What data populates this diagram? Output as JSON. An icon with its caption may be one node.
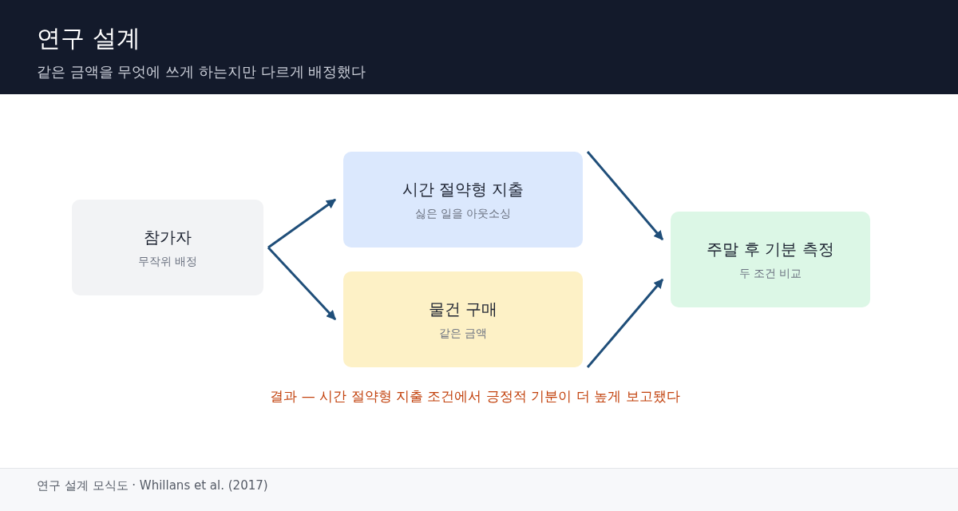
{
  "diagram": {
    "title": "연구 설계",
    "nodes": [
      {
        "text": [
          "참가자",
          "무작위 배정"
        ]
      },
      {
        "text": [
          "시간 절약형 지출",
          "싫은 일을 아웃소싱"
        ]
      },
      {
        "text": [
          "물건 구매",
          "같은 금액"
        ]
      },
      {
        "text": [
          "주말 후 기분 측정",
          "두 조건 비교"
        ]
      }
    ],
    "edges": [
      {
        "from": 0,
        "to": 1,
        "arrow": "to"
      },
      {
        "from": 0,
        "to": 2,
        "arrow": "to"
      },
      {
        "from": 1,
        "to": 3,
        "arrow": "to"
      },
      {
        "from": 2,
        "to": 3,
        "arrow": "to"
      }
    ],
    "labels": [
      "같은 금액을 무엇에 쓰게 하는지만 다르게 배정했다",
      "결과 — 시간 절약형 지출 조건에서 긍정적 기분이 더 높게 보고됐다",
      "연구 설계 모식도 · Whillans et al. (2017)"
    ]
  }
}
